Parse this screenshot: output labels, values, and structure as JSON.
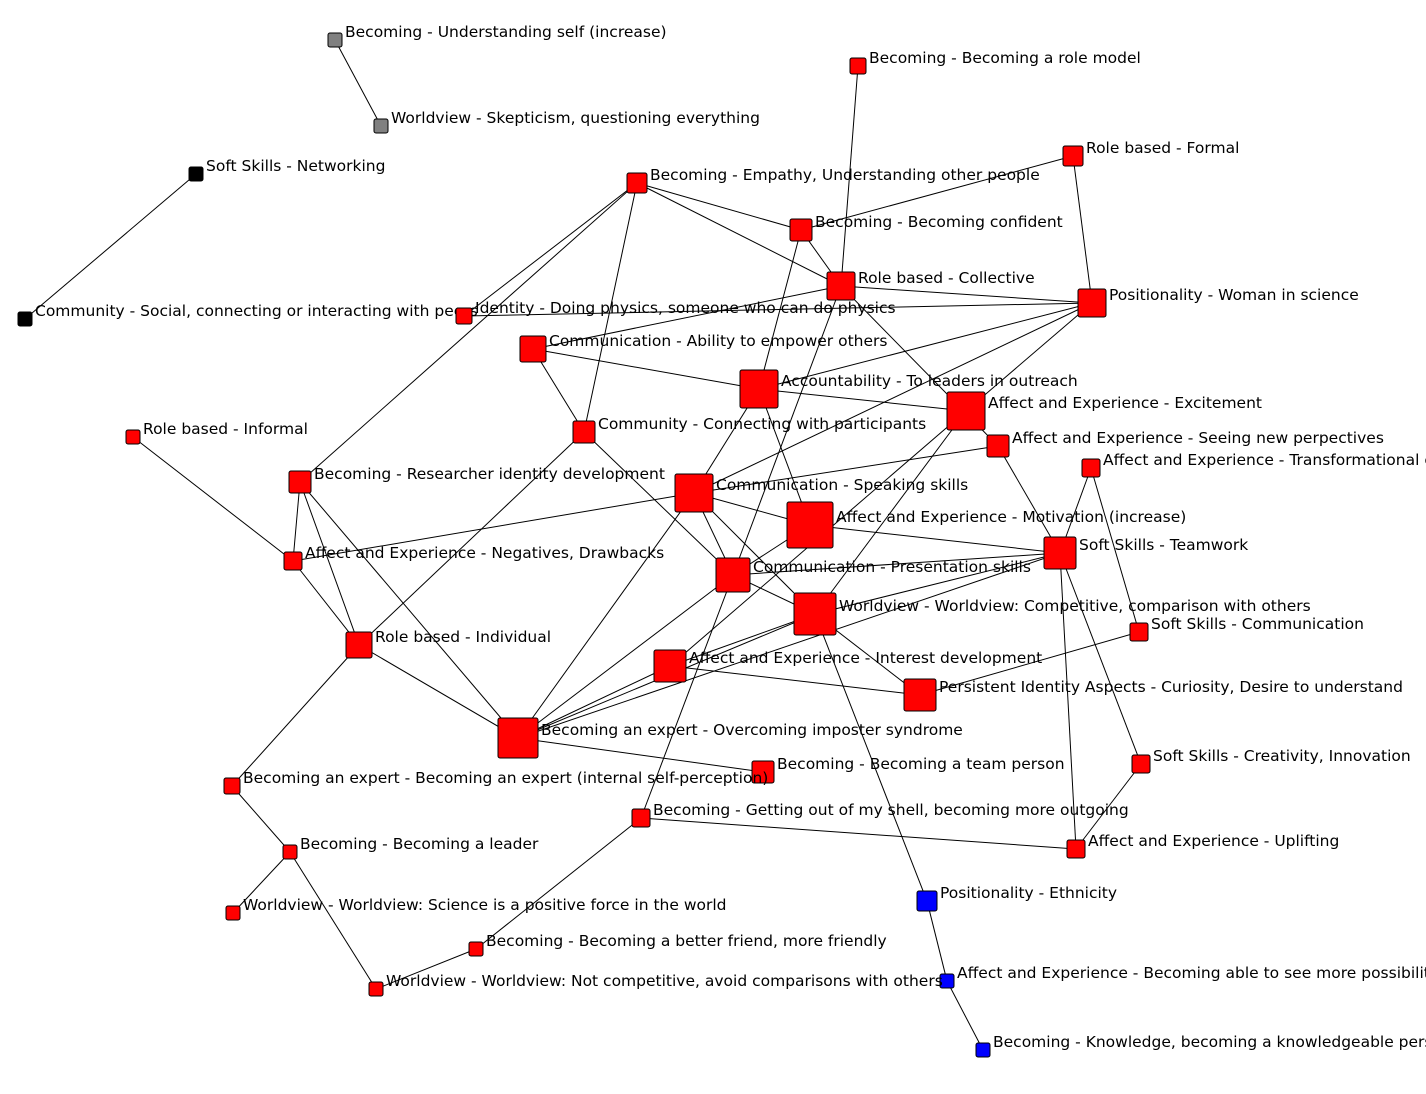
{
  "colors": {
    "red": "#ff0000",
    "gray": "#808080",
    "black": "#000000",
    "blue": "#0000ff"
  },
  "nodes": [
    {
      "id": "understanding-self",
      "label": "Becoming - Understanding self (increase)",
      "color": "gray"
    },
    {
      "id": "skepticism",
      "label": "Worldview - Skepticism, questioning everything",
      "color": "gray"
    },
    {
      "id": "networking",
      "label": "Soft Skills - Networking",
      "color": "black"
    },
    {
      "id": "community-social",
      "label": "Community - Social, connecting or interacting with peers",
      "color": "black"
    },
    {
      "id": "role-model",
      "label": "Becoming - Becoming a role model",
      "color": "red"
    },
    {
      "id": "role-formal",
      "label": "Role based - Formal",
      "color": "red"
    },
    {
      "id": "empathy",
      "label": "Becoming - Empathy, Understanding other people",
      "color": "red"
    },
    {
      "id": "confident",
      "label": "Becoming - Becoming confident",
      "color": "red"
    },
    {
      "id": "role-collective",
      "label": "Role based - Collective",
      "color": "red"
    },
    {
      "id": "woman-science",
      "label": "Positionality - Woman in science",
      "color": "red"
    },
    {
      "id": "doing-physics",
      "label": "Identity - Doing physics, someone who can do physics",
      "color": "red"
    },
    {
      "id": "empower",
      "label": "Communication - Ability to empower others",
      "color": "red"
    },
    {
      "id": "accountability",
      "label": "Accountability - To leaders in outreach",
      "color": "red"
    },
    {
      "id": "excitement",
      "label": "Affect and Experience - Excitement",
      "color": "red"
    },
    {
      "id": "role-informal",
      "label": "Role based - Informal",
      "color": "red"
    },
    {
      "id": "connecting-participants",
      "label": "Community - Connecting with participants",
      "color": "red"
    },
    {
      "id": "new-perspectives",
      "label": "Affect and Experience - Seeing new perpectives",
      "color": "red"
    },
    {
      "id": "transformational",
      "label": "Affect and Experience - Transformational expe",
      "color": "red"
    },
    {
      "id": "researcher-identity",
      "label": "Becoming - Researcher identity development",
      "color": "red"
    },
    {
      "id": "speaking-skills",
      "label": "Communication - Speaking skills",
      "color": "red"
    },
    {
      "id": "motivation",
      "label": "Affect and Experience - Motivation (increase)",
      "color": "red"
    },
    {
      "id": "negatives",
      "label": "Affect and Experience - Negatives, Drawbacks",
      "color": "red"
    },
    {
      "id": "teamwork",
      "label": "Soft Skills - Teamwork",
      "color": "red"
    },
    {
      "id": "presentation",
      "label": "Communication - Presentation skills",
      "color": "red"
    },
    {
      "id": "competitive",
      "label": "Worldview - Worldview: Competitive, comparison with others",
      "color": "red"
    },
    {
      "id": "role-individual",
      "label": "Role based - Individual",
      "color": "red"
    },
    {
      "id": "soft-communication",
      "label": "Soft Skills - Communication",
      "color": "red"
    },
    {
      "id": "interest-development",
      "label": "Affect and Experience - Interest development",
      "color": "red"
    },
    {
      "id": "curiosity",
      "label": "Persistent Identity Aspects - Curiosity, Desire to understand",
      "color": "red"
    },
    {
      "id": "imposter",
      "label": "Becoming an expert - Overcoming imposter syndrome",
      "color": "red"
    },
    {
      "id": "team-person",
      "label": "Becoming - Becoming a team person",
      "color": "red"
    },
    {
      "id": "creativity",
      "label": "Soft Skills - Creativity, Innovation",
      "color": "red"
    },
    {
      "id": "expert-internal",
      "label": "Becoming an expert - Becoming an expert (internal self-perception)",
      "color": "red"
    },
    {
      "id": "outgoing",
      "label": "Becoming - Getting out of my shell, becoming more outgoing",
      "color": "red"
    },
    {
      "id": "leader",
      "label": "Becoming - Becoming a leader",
      "color": "red"
    },
    {
      "id": "uplifting",
      "label": "Affect and Experience - Uplifting",
      "color": "red"
    },
    {
      "id": "ethnicity",
      "label": "Positionality - Ethnicity",
      "color": "blue"
    },
    {
      "id": "science-positive",
      "label": "Worldview - Worldview: Science is a positive force in the world",
      "color": "red"
    },
    {
      "id": "better-friend",
      "label": "Becoming - Becoming a better friend, more friendly",
      "color": "red"
    },
    {
      "id": "more-possibilities",
      "label": "Affect and Experience - Becoming able to see more possibilities",
      "color": "blue"
    },
    {
      "id": "not-competitive",
      "label": "Worldview - Worldview: Not competitive, avoid comparisons with others",
      "color": "red"
    },
    {
      "id": "knowledgeable",
      "label": "Becoming - Knowledge, becoming a knowledgeable person",
      "color": "blue"
    }
  ],
  "edges": [
    [
      "understanding-self",
      "skepticism"
    ],
    [
      "networking",
      "community-social"
    ],
    [
      "role-model",
      "role-collective"
    ],
    [
      "role-formal",
      "confident"
    ],
    [
      "role-formal",
      "woman-science"
    ],
    [
      "empathy",
      "confident"
    ],
    [
      "empathy",
      "role-collective"
    ],
    [
      "empathy",
      "doing-physics"
    ],
    [
      "empathy",
      "connecting-participants"
    ],
    [
      "empathy",
      "researcher-identity"
    ],
    [
      "confident",
      "role-collective"
    ],
    [
      "confident",
      "accountability"
    ],
    [
      "role-collective",
      "woman-science"
    ],
    [
      "role-collective",
      "empower"
    ],
    [
      "role-collective",
      "new-perspectives"
    ],
    [
      "role-collective",
      "presentation"
    ],
    [
      "woman-science",
      "doing-physics"
    ],
    [
      "woman-science",
      "accountability"
    ],
    [
      "woman-science",
      "excitement"
    ],
    [
      "woman-science",
      "speaking-skills"
    ],
    [
      "empower",
      "accountability"
    ],
    [
      "empower",
      "connecting-participants"
    ],
    [
      "accountability",
      "excitement"
    ],
    [
      "accountability",
      "motivation"
    ],
    [
      "accountability",
      "speaking-skills"
    ],
    [
      "role-informal",
      "negatives"
    ],
    [
      "connecting-participants",
      "role-individual"
    ],
    [
      "connecting-participants",
      "presentation"
    ],
    [
      "new-perspectives",
      "speaking-skills"
    ],
    [
      "new-perspectives",
      "teamwork"
    ],
    [
      "transformational",
      "teamwork"
    ],
    [
      "transformational",
      "soft-communication"
    ],
    [
      "excitement",
      "competitive"
    ],
    [
      "excitement",
      "interest-development"
    ],
    [
      "researcher-identity",
      "negatives"
    ],
    [
      "researcher-identity",
      "role-individual"
    ],
    [
      "researcher-identity",
      "imposter"
    ],
    [
      "speaking-skills",
      "motivation"
    ],
    [
      "speaking-skills",
      "presentation"
    ],
    [
      "speaking-skills",
      "competitive"
    ],
    [
      "speaking-skills",
      "negatives"
    ],
    [
      "speaking-skills",
      "imposter"
    ],
    [
      "motivation",
      "teamwork"
    ],
    [
      "motivation",
      "presentation"
    ],
    [
      "negatives",
      "role-individual"
    ],
    [
      "teamwork",
      "presentation"
    ],
    [
      "teamwork",
      "competitive"
    ],
    [
      "teamwork",
      "creativity"
    ],
    [
      "teamwork",
      "uplifting"
    ],
    [
      "teamwork",
      "imposter"
    ],
    [
      "presentation",
      "competitive"
    ],
    [
      "presentation",
      "imposter"
    ],
    [
      "presentation",
      "outgoing"
    ],
    [
      "competitive",
      "interest-development"
    ],
    [
      "competitive",
      "curiosity"
    ],
    [
      "competitive",
      "imposter"
    ],
    [
      "competitive",
      "ethnicity"
    ],
    [
      "role-individual",
      "imposter"
    ],
    [
      "role-individual",
      "expert-internal"
    ],
    [
      "soft-communication",
      "curiosity"
    ],
    [
      "interest-development",
      "curiosity"
    ],
    [
      "interest-development",
      "imposter"
    ],
    [
      "imposter",
      "team-person"
    ],
    [
      "creativity",
      "uplifting"
    ],
    [
      "expert-internal",
      "leader"
    ],
    [
      "outgoing",
      "uplifting"
    ],
    [
      "outgoing",
      "better-friend"
    ],
    [
      "leader",
      "science-positive"
    ],
    [
      "leader",
      "not-competitive"
    ],
    [
      "not-competitive",
      "better-friend"
    ],
    [
      "ethnicity",
      "more-possibilities"
    ],
    [
      "more-possibilities",
      "knowledgeable"
    ]
  ]
}
